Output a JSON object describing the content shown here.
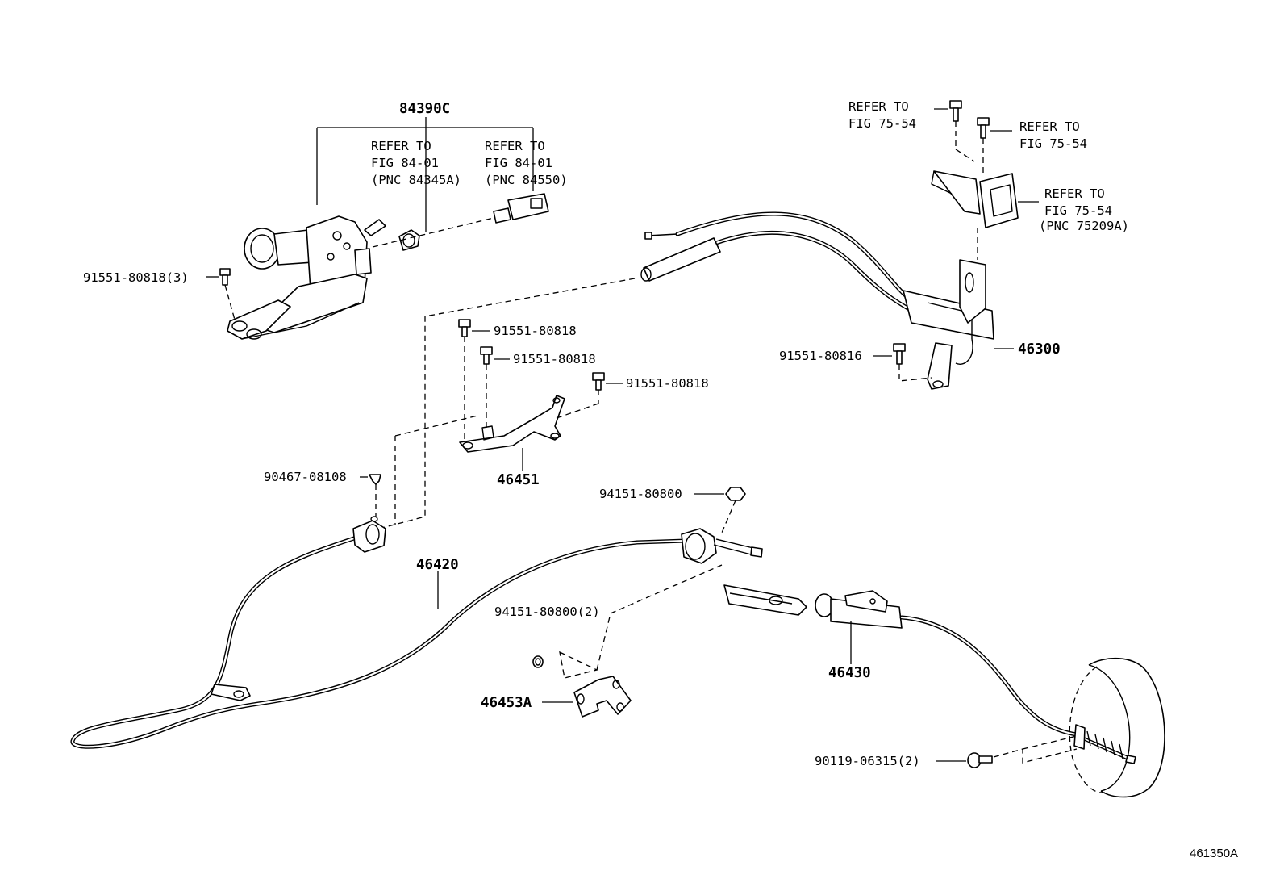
{
  "diagram_id": "461350A",
  "labels": {
    "p84390C": "84390C",
    "refer_a": [
      "REFER TO",
      "FIG 84-01",
      "(PNC 84345A)"
    ],
    "refer_b": [
      "REFER TO",
      "FIG 84-01",
      "(PNC 84550)"
    ],
    "refer_c": [
      "REFER TO",
      "FIG 75-54"
    ],
    "refer_d": [
      "REFER TO",
      "FIG 75-54"
    ],
    "refer_e": [
      "REFER TO",
      "FIG 75-54",
      "(PNC 75209A)"
    ],
    "bolt_91551_80818_3": "91551-80818(3)",
    "bolt_91551_80818_a": "91551-80818",
    "bolt_91551_80818_b": "91551-80818",
    "bolt_91551_80818_c": "91551-80818",
    "bolt_91551_80816": "91551-80816",
    "p46300": "46300",
    "p46451": "46451",
    "clip_90467_08108": "90467-08108",
    "nut_94151_80800": "94151-80800",
    "nut_94151_80800_2": "94151-80800(2)",
    "p46420": "46420",
    "p46453A": "46453A",
    "p46430": "46430",
    "bolt_90119_06315_2": "90119-06315(2)"
  }
}
